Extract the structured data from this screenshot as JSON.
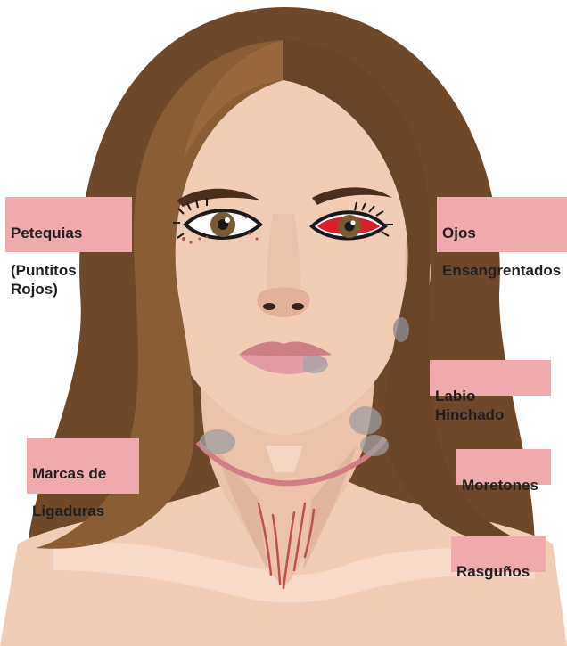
{
  "labels": {
    "petequias": [
      "Petequias",
      "(Puntitos Rojos)"
    ],
    "ojos": [
      "Ojos",
      "Ensangrentados"
    ],
    "labio": [
      "Labio Hinchado"
    ],
    "marcas": [
      "Marcas de",
      "Ligaduras"
    ],
    "moretones": [
      "Moretones"
    ],
    "rasgunos": [
      "Rasguños"
    ]
  },
  "colors": {
    "label_bg": "#f0a9ad",
    "label_text": "#231f20",
    "skin": "#f2cdb5",
    "hair": "#7a5230",
    "ligature": "#d27d83",
    "bruise": "#a09da3",
    "scratch": "#c0504d",
    "eye_blood": "#d9202a"
  }
}
